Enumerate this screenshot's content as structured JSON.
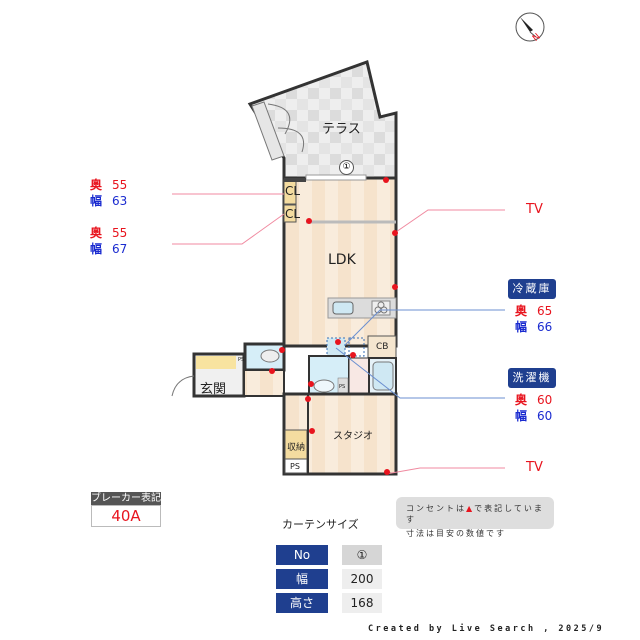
{
  "compass": {
    "label": "N"
  },
  "rooms": {
    "terrace": "テラス",
    "ldk": "LDK",
    "studio": "スタジオ",
    "entrance": "玄関",
    "storage": "収納",
    "cl1": "CL",
    "cl2": "CL",
    "cb": "CB",
    "ps1": "PS",
    "ps2": "PS",
    "ps3": "PS",
    "window_marker": "①"
  },
  "closet_dims": [
    {
      "depth_label": "奥",
      "depth": "55",
      "width_label": "幅",
      "width": "63"
    },
    {
      "depth_label": "奥",
      "depth": "55",
      "width_label": "幅",
      "width": "67"
    }
  ],
  "tv_labels": [
    "TV",
    "TV"
  ],
  "fridge": {
    "title": "冷蔵庫",
    "depth_label": "奥",
    "depth": "65",
    "width_label": "幅",
    "width": "66"
  },
  "washer": {
    "title": "洗濯機",
    "depth_label": "奥",
    "depth": "60",
    "width_label": "幅",
    "width": "60"
  },
  "breaker": {
    "title": "ブレーカー表記",
    "value": "40A"
  },
  "note": {
    "line1_pre": "コンセントは",
    "line1_post": "で表記しています",
    "line2": "寸法は目安の数値です"
  },
  "curtain": {
    "title": "カーテンサイズ",
    "rows": [
      {
        "label": "No",
        "value": "①"
      },
      {
        "label": "幅",
        "value": "200"
      },
      {
        "label": "高さ",
        "value": "168"
      }
    ]
  },
  "footer": "Created by Live Search , 2025/9",
  "colors": {
    "outlet": "#e8141e",
    "accent_navy": "#1f3f8f",
    "red_text": "#e8141e",
    "blue_text": "#1a2bd0"
  }
}
